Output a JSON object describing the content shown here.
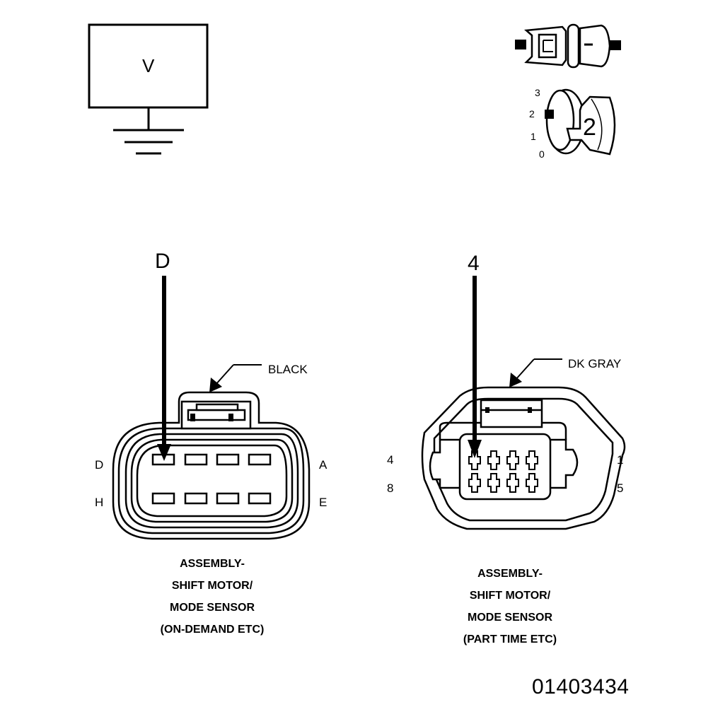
{
  "voltmeter": {
    "symbol": "V"
  },
  "key_switch": {
    "positions": [
      "3",
      "2",
      "1",
      "0"
    ],
    "key_number": "2"
  },
  "connector_left": {
    "probe_pin": "D",
    "color_label": "BLACK",
    "pin_labels": {
      "top_left": "D",
      "top_right": "A",
      "bottom_left": "H",
      "bottom_right": "E"
    },
    "caption": [
      "ASSEMBLY-",
      "SHIFT MOTOR/",
      "MODE SENSOR",
      "(ON-DEMAND ETC)"
    ]
  },
  "connector_right": {
    "probe_pin": "4",
    "color_label": "DK GRAY",
    "pin_labels": {
      "top_left": "4",
      "top_right": "1",
      "bottom_left": "8",
      "bottom_right": "5"
    },
    "caption": [
      "ASSEMBLY-",
      "SHIFT MOTOR/",
      "MODE SENSOR",
      "(PART TIME ETC)"
    ]
  },
  "document_id": "01403434"
}
